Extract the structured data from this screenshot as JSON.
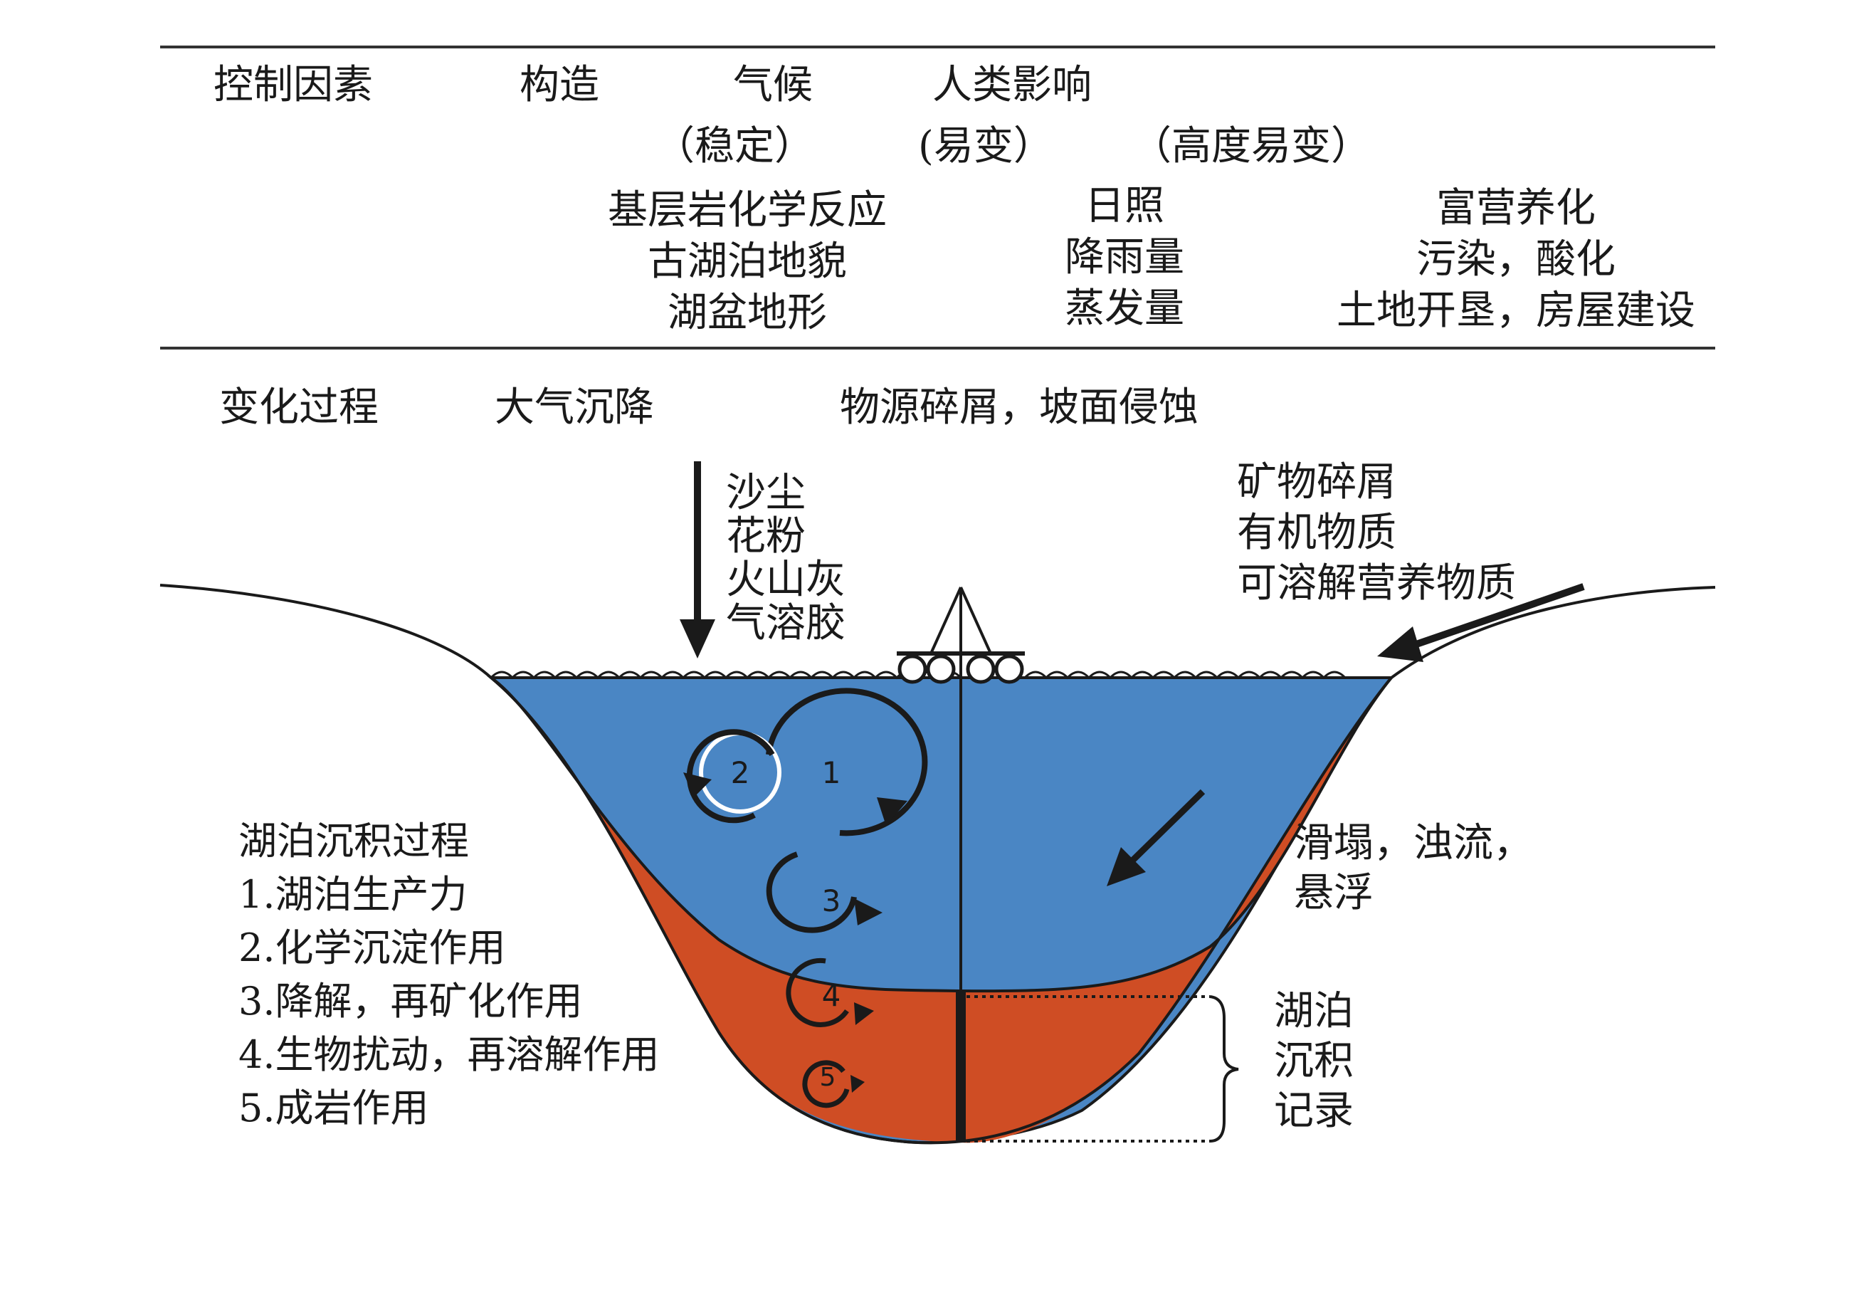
{
  "header": {
    "row1": {
      "label": "控制因素",
      "tectonic": "构造",
      "climate": "气候",
      "human": "人类影响"
    },
    "row2": {
      "stable": "（稳定）",
      "variable": "(易变）",
      "highly_variable": "（高度易变）"
    },
    "tectonic_items": [
      "基层岩化学反应",
      "古湖泊地貌",
      "湖盆地形"
    ],
    "climate_items": [
      "日照",
      "降雨量",
      "蒸发量"
    ],
    "human_items": [
      "富营养化",
      "污染，酸化",
      "土地开垦，房屋建设"
    ]
  },
  "process_row": {
    "label": "变化过程",
    "atmospheric": "大气沉降",
    "source": "物源碎屑，坡面侵蚀"
  },
  "inputs": {
    "atmospheric_items": [
      "沙尘",
      "花粉",
      "火山灰",
      "气溶胶"
    ],
    "catchment_items": [
      "矿物碎屑",
      "有机物质",
      "可溶解营养物质"
    ]
  },
  "right_labels": {
    "slump": [
      "滑塌，浊流，",
      "悬浮"
    ],
    "record": [
      "湖泊",
      "沉积",
      "记录"
    ]
  },
  "legend": {
    "title": "湖泊沉积过程",
    "items": [
      "1.湖泊生产力",
      "2.化学沉淀作用",
      "3.降解，再矿化作用",
      "4.生物扰动，再溶解作用",
      "5.成岩作用"
    ]
  },
  "cycle_numbers": [
    "1",
    "2",
    "3",
    "4",
    "5"
  ],
  "colors": {
    "water": "#4a86c4",
    "sediment": "#cf4d24",
    "line": "#1a1a1a"
  }
}
